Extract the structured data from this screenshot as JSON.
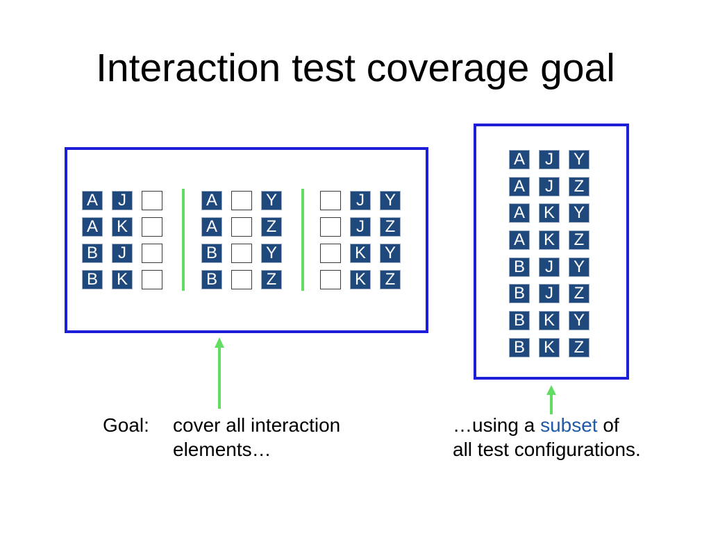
{
  "title": "Interaction test coverage goal",
  "interaction_groups": [
    {
      "rows": [
        [
          "A",
          "J",
          ""
        ],
        [
          "A",
          "K",
          ""
        ],
        [
          "B",
          "J",
          ""
        ],
        [
          "B",
          "K",
          ""
        ]
      ]
    },
    {
      "rows": [
        [
          "A",
          "",
          "Y"
        ],
        [
          "A",
          "",
          "Z"
        ],
        [
          "B",
          "",
          "Y"
        ],
        [
          "B",
          "",
          "Z"
        ]
      ]
    },
    {
      "rows": [
        [
          "",
          "J",
          "Y"
        ],
        [
          "",
          "J",
          "Z"
        ],
        [
          "",
          "K",
          "Y"
        ],
        [
          "",
          "K",
          "Z"
        ]
      ]
    }
  ],
  "configurations": [
    [
      "A",
      "J",
      "Y"
    ],
    [
      "A",
      "J",
      "Z"
    ],
    [
      "A",
      "K",
      "Y"
    ],
    [
      "A",
      "K",
      "Z"
    ],
    [
      "B",
      "J",
      "Y"
    ],
    [
      "B",
      "J",
      "Z"
    ],
    [
      "B",
      "K",
      "Y"
    ],
    [
      "B",
      "K",
      "Z"
    ]
  ],
  "goal_caption": {
    "label": "Goal:",
    "line1": "cover all interaction",
    "line2": "elements…"
  },
  "subset_caption": {
    "prefix": "…using a ",
    "highlight": "subset",
    "suffix": " of",
    "line2": "all test configurations."
  },
  "colors": {
    "box_border": "#1e1ed8",
    "cell_fill": "#1f497d",
    "cell_text": "#ffffff",
    "empty_cell_fill": "#ffffff",
    "divider": "#62dd62",
    "arrow": "#62dd62",
    "subset_highlight": "#1f5aa8"
  }
}
